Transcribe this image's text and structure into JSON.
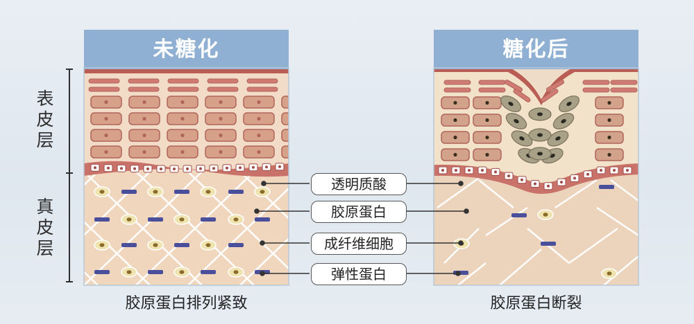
{
  "left_panel": {
    "title": "未糖化",
    "caption": "胶原蛋白排列紧致"
  },
  "right_panel": {
    "title": "糖化后",
    "caption": "胶原蛋白断裂"
  },
  "side_labels": {
    "epidermis": "表皮层",
    "dermis": "真皮层"
  },
  "legend": [
    {
      "label": "透明质酸"
    },
    {
      "label": "胶原蛋白"
    },
    {
      "label": "成纤维细胞"
    },
    {
      "label": "弹性蛋白"
    }
  ],
  "colors": {
    "title_bar": "#8fb0d3",
    "skin_surface": "#b95d55",
    "cell_fill": "#d7a089",
    "cell_border": "#b0655a",
    "basal_layer": "#c9726a",
    "dermis": "#f1d6be",
    "collagen": "#ffffff",
    "elastin": "#4a4f9c",
    "fibroblast": "#efe3b0",
    "damaged_cell": "#a8a087"
  }
}
